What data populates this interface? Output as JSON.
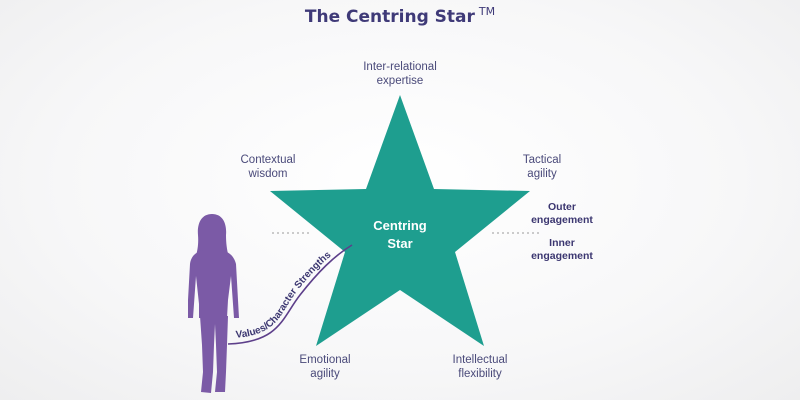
{
  "title": {
    "text": "The Centring Star",
    "trademark": "TM"
  },
  "center": {
    "line1": "Centring",
    "line2": "Star"
  },
  "points": {
    "top": {
      "line1": "Inter-relational",
      "line2": "expertise"
    },
    "left": {
      "line1": "Contextual",
      "line2": "wisdom"
    },
    "right": {
      "line1": "Tactical",
      "line2": "agility"
    },
    "bottom_left": {
      "line1": "Emotional",
      "line2": "agility"
    },
    "bottom_right": {
      "line1": "Intellectual",
      "line2": "flexibility"
    }
  },
  "engagement": {
    "outer": {
      "line1": "Outer",
      "line2": "engagement"
    },
    "inner": {
      "line1": "Inner",
      "line2": "engagement"
    }
  },
  "path_label": "Values/Character Strengths",
  "colors": {
    "star": "#1e9e8f",
    "title": "#3f3a78",
    "figure": "#7b5aa6",
    "curve": "#5d3f8a",
    "label": "#4a4a7a"
  }
}
